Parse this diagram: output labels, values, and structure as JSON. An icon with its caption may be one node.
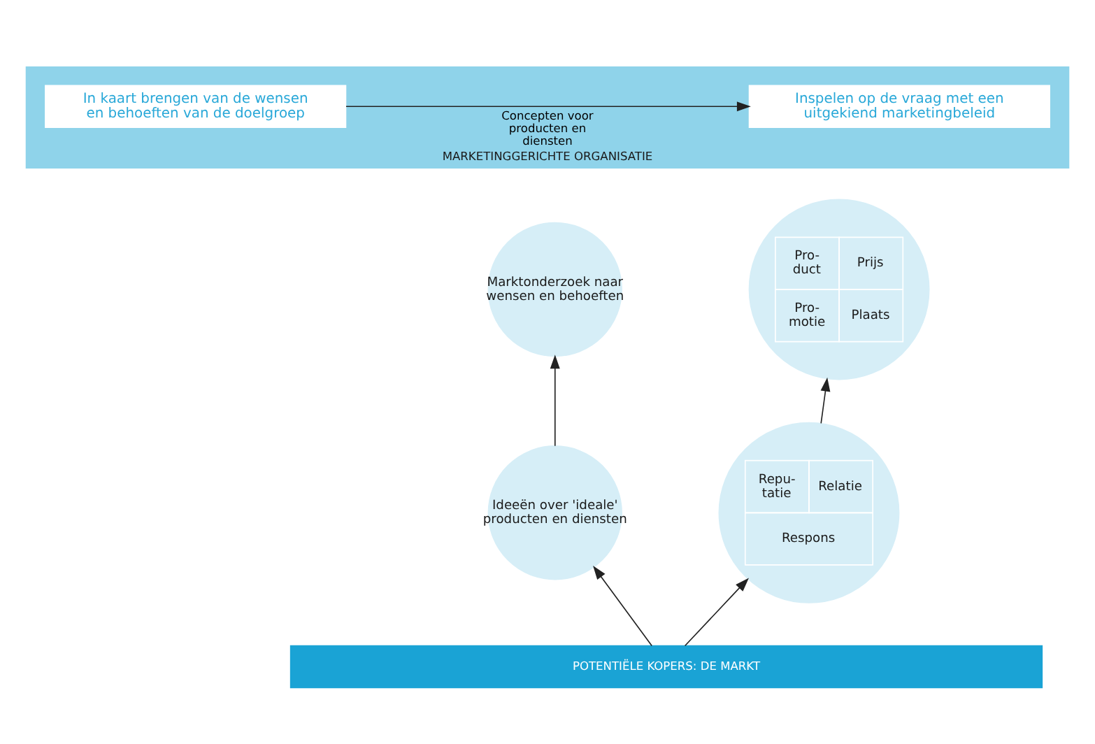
{
  "diagram": {
    "nodes": [
      {
        "text": [
          "MARKETINGGERICHTE ORGANISATIE"
        ]
      },
      {
        "text": [
          "In kaart brengen van de wensen en behoeften van de doelgroep"
        ],
        "in": 0
      },
      {
        "text": [
          "Inspelen op de vraag met een uitgekiend marketingbeleid"
        ],
        "in": 0
      },
      {
        "text": [
          "Marktonderzoek naar wensen en behoeften"
        ]
      },
      {
        "text": [
          "Ideeën over 'ideale' producten en diensten"
        ]
      },
      {
        "text": [
          "Pro- duct",
          "Prijs",
          "Pro- motie",
          "Plaats"
        ]
      },
      {
        "text": [
          "Repu- tatie",
          "Relatie",
          "Respons"
        ]
      },
      {
        "text": [
          "POTENTIËLE KOPERS: DE MARKT"
        ]
      }
    ],
    "edges": [
      {
        "from": 1,
        "to": 2,
        "arrow": "to",
        "label": "Concepten voor producten en diensten"
      },
      {
        "from": 4,
        "to": 3,
        "arrow": "to"
      },
      {
        "from": 7,
        "to": 4,
        "arrow": "to"
      },
      {
        "from": 6,
        "to": 5,
        "arrow": "to"
      },
      {
        "from": 7,
        "to": 6,
        "arrow": "to"
      }
    ]
  }
}
